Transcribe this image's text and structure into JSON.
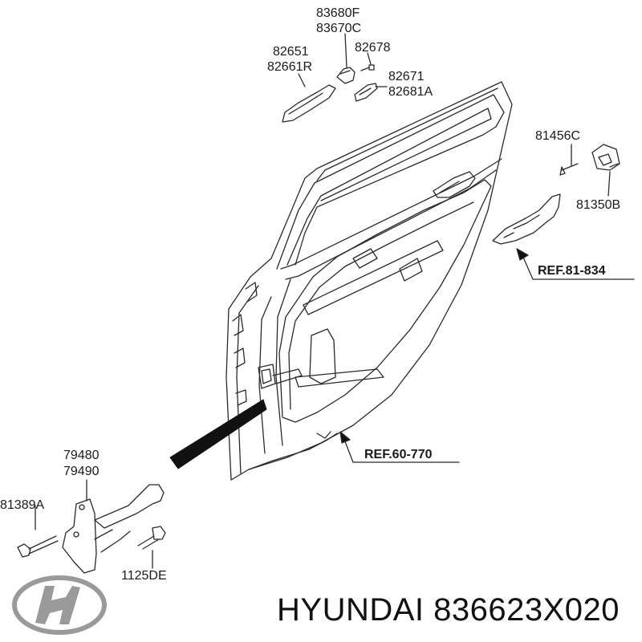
{
  "part_labels": {
    "p83680F": "83680F",
    "p83670C": "83670C",
    "p82651": "82651",
    "p82661R": "82661R",
    "p82678": "82678",
    "p82671": "82671",
    "p82681A": "82681A",
    "p81456C": "81456C",
    "p81350B": "81350B",
    "p79480": "79480",
    "p79490": "79490",
    "p81389A": "81389A",
    "p1125DE": "1125DE"
  },
  "references": {
    "ref_81_834": "REF.81-834",
    "ref_60_770": "REF.60-770"
  },
  "footer": {
    "brand_part_number": "HYUNDAI 836623X020"
  },
  "icons": {
    "logo": "hyundai-logo-icon"
  },
  "colors": {
    "line": "#2a2a2a",
    "fill_part": "#ffffff",
    "logo_gray": "#9a9a9a"
  }
}
